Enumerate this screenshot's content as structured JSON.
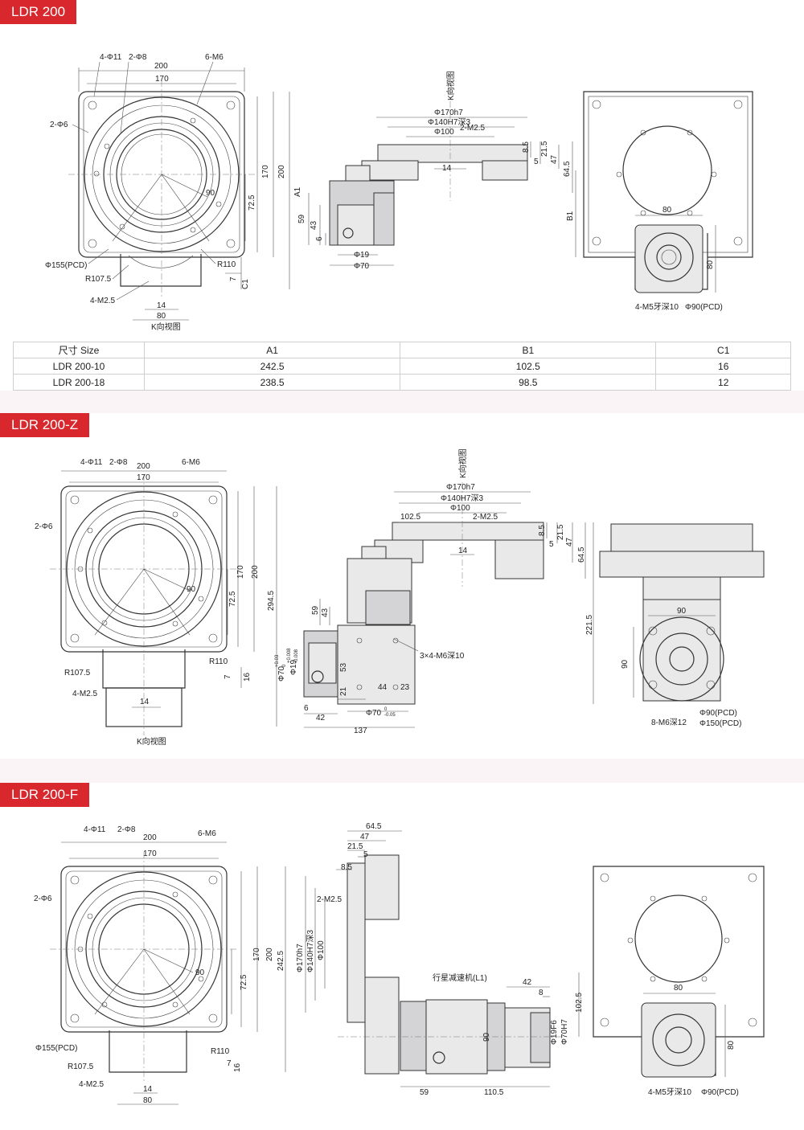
{
  "sections": [
    {
      "title": "LDR 200"
    },
    {
      "title": "LDR 200-Z"
    },
    {
      "title": "LDR 200-F"
    }
  ],
  "labels": {
    "phi11": "4-Φ11",
    "phi8": "2-Φ8",
    "d200": "200",
    "m6": "6-M6",
    "d170": "170",
    "phi6": "2-Φ6",
    "d90": "90",
    "d72_5": "72.5",
    "pcd155": "Φ155(PCD)",
    "r107": "R107.5",
    "r110": "R110",
    "m25": "4-M2.5",
    "d14": "14",
    "d80": "80",
    "k_view": "K向视图",
    "d7": "7",
    "c1": "C1",
    "a1": "A1",
    "b1": "B1",
    "phi170h7": "Φ170h7",
    "phi140": "Φ140H7深3",
    "phi100": "Φ100",
    "m25_2": "2-M2.5",
    "d8_5": "8.5",
    "d21_5": "21.5",
    "d5": "5",
    "d47": "47",
    "d64_5": "64.5",
    "d59": "59",
    "d43": "43",
    "d6": "6",
    "phi19": "Φ19",
    "phi70": "Φ70",
    "m5": "4-M5牙深10",
    "pcd90": "Φ90(PCD)",
    "d102_5": "102.5",
    "d16": "16",
    "d294_5": "294.5",
    "d221_5": "221.5",
    "m6_3x4": "3×4-M6深10",
    "d53": "53",
    "d21": "21",
    "d44": "44",
    "d23": "23",
    "d42": "42",
    "d137": "137",
    "phi70z": "Φ70",
    "phi19z": "Φ19",
    "phi70_05": "Φ70",
    "m6_8": "8-M6深12",
    "pcd150": "Φ150(PCD)",
    "d242_5": "242.5",
    "planetary": "行星减速机(L1)",
    "d110_5": "110.5",
    "phi19f6": "Φ19F6",
    "phi70h7": "Φ70H7",
    "d8": "8",
    "tol_high": "+0.03",
    "tol_low": "0",
    "tol2_high": "+0.008",
    "tol2_low": "-0.008",
    "tol3_high": "0",
    "tol3_low": "-0.05"
  },
  "table": {
    "headers": [
      "尺寸 Size",
      "A1",
      "B1",
      "C1"
    ],
    "rows": [
      [
        "LDR  200-10",
        "242.5",
        "102.5",
        "16"
      ],
      [
        "LDR  200-18",
        "238.5",
        "98.5",
        "12"
      ]
    ]
  }
}
